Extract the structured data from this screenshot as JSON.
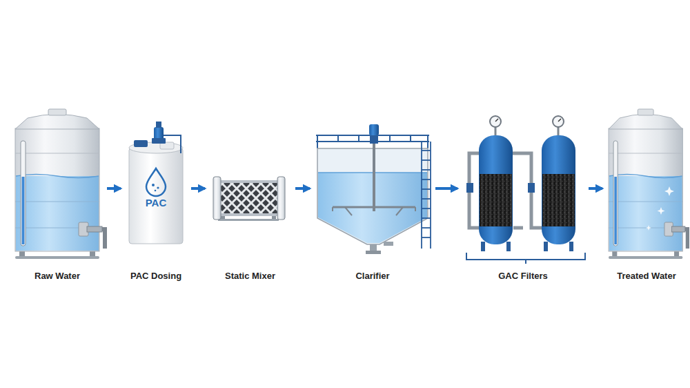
{
  "diagram": {
    "nodes": [
      {
        "text": [
          "Raw Water"
        ]
      },
      {
        "text": [
          "PAC Dosing"
        ]
      },
      {
        "text": [
          "Static Mixer"
        ]
      },
      {
        "text": [
          "Clarifier"
        ]
      },
      {
        "text": [
          "GAC Filters"
        ]
      },
      {
        "text": [
          "Treated Water"
        ]
      }
    ],
    "edges": [
      {
        "from": 0,
        "to": 1,
        "arrow": "to"
      },
      {
        "from": 1,
        "to": 2,
        "arrow": "to"
      },
      {
        "from": 2,
        "to": 3,
        "arrow": "to"
      },
      {
        "from": 3,
        "to": 4,
        "arrow": "to"
      },
      {
        "from": 4,
        "to": 5,
        "arrow": "to"
      }
    ],
    "labels": [
      "PAC"
    ]
  }
}
